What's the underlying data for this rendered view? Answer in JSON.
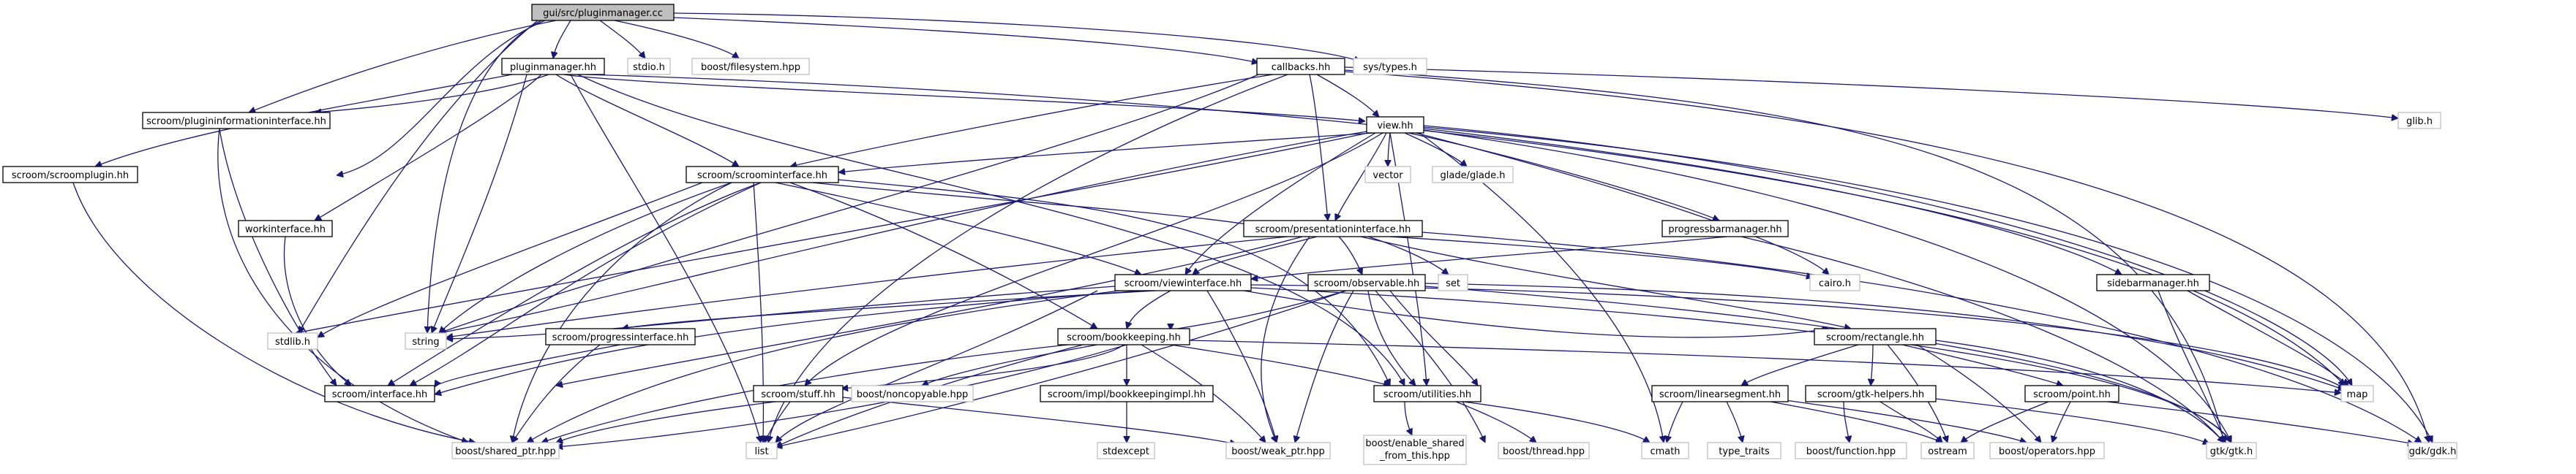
{
  "graph": {
    "root": "gui/src/pluginmanager.cc",
    "nodes": {
      "root": "gui/src/pluginmanager.cc",
      "pluginmanager_hh": "pluginmanager.hh",
      "callbacks_hh": "callbacks.hh",
      "stdio_h": "stdio.h",
      "boost_filesystem": "boost/filesystem.hpp",
      "sys_types": "sys/types.h",
      "plugininfo": "scroom/plugininformationinterface.hh",
      "scroomplugin": "scroom/scroomplugin.hh",
      "view_hh": "view.hh",
      "glib_h": "glib.h",
      "scroominterface": "scroom/scroominterface.hh",
      "workinterface": "workinterface.hh",
      "vector": "vector",
      "glade": "glade/glade.h",
      "presentationinterface": "scroom/presentationinterface.hh",
      "progressbarmanager": "progressbarmanager.hh",
      "viewinterface": "scroom/viewinterface.hh",
      "observable": "scroom/observable.hh",
      "set": "set",
      "cairo": "cairo.h",
      "sidebarmanager": "sidebarmanager.hh",
      "stdlib": "stdlib.h",
      "string": "string",
      "progressinterface": "scroom/progressinterface.hh",
      "bookkeeping": "scroom/bookkeeping.hh",
      "rectangle": "scroom/rectangle.hh",
      "interface_hh": "scroom/interface.hh",
      "map": "map",
      "stuff": "scroom/stuff.hh",
      "noncopyable": "boost/noncopyable.hpp",
      "bookkeepingimpl": "scroom/impl/bookkeepingimpl.hh",
      "utilities": "scroom/utilities.hh",
      "linearsegment": "scroom/linearsegment.hh",
      "gtkhelpers": "scroom/gtk-helpers.hh",
      "point": "scroom/point.hh",
      "shared_ptr": "boost/shared_ptr.hpp",
      "list": "list",
      "stdexcept": "stdexcept",
      "weak_ptr": "boost/weak_ptr.hpp",
      "enable_shared_1": "boost/enable_shared",
      "enable_shared_2": "_from_this.hpp",
      "thread": "boost/thread.hpp",
      "cmath": "cmath",
      "type_traits": "type_traits",
      "function": "boost/function.hpp",
      "ostream": "ostream",
      "operators": "boost/operators.hpp",
      "gtk_h": "gtk/gtk.h",
      "gdk_h": "gdk/gdk.h"
    }
  }
}
